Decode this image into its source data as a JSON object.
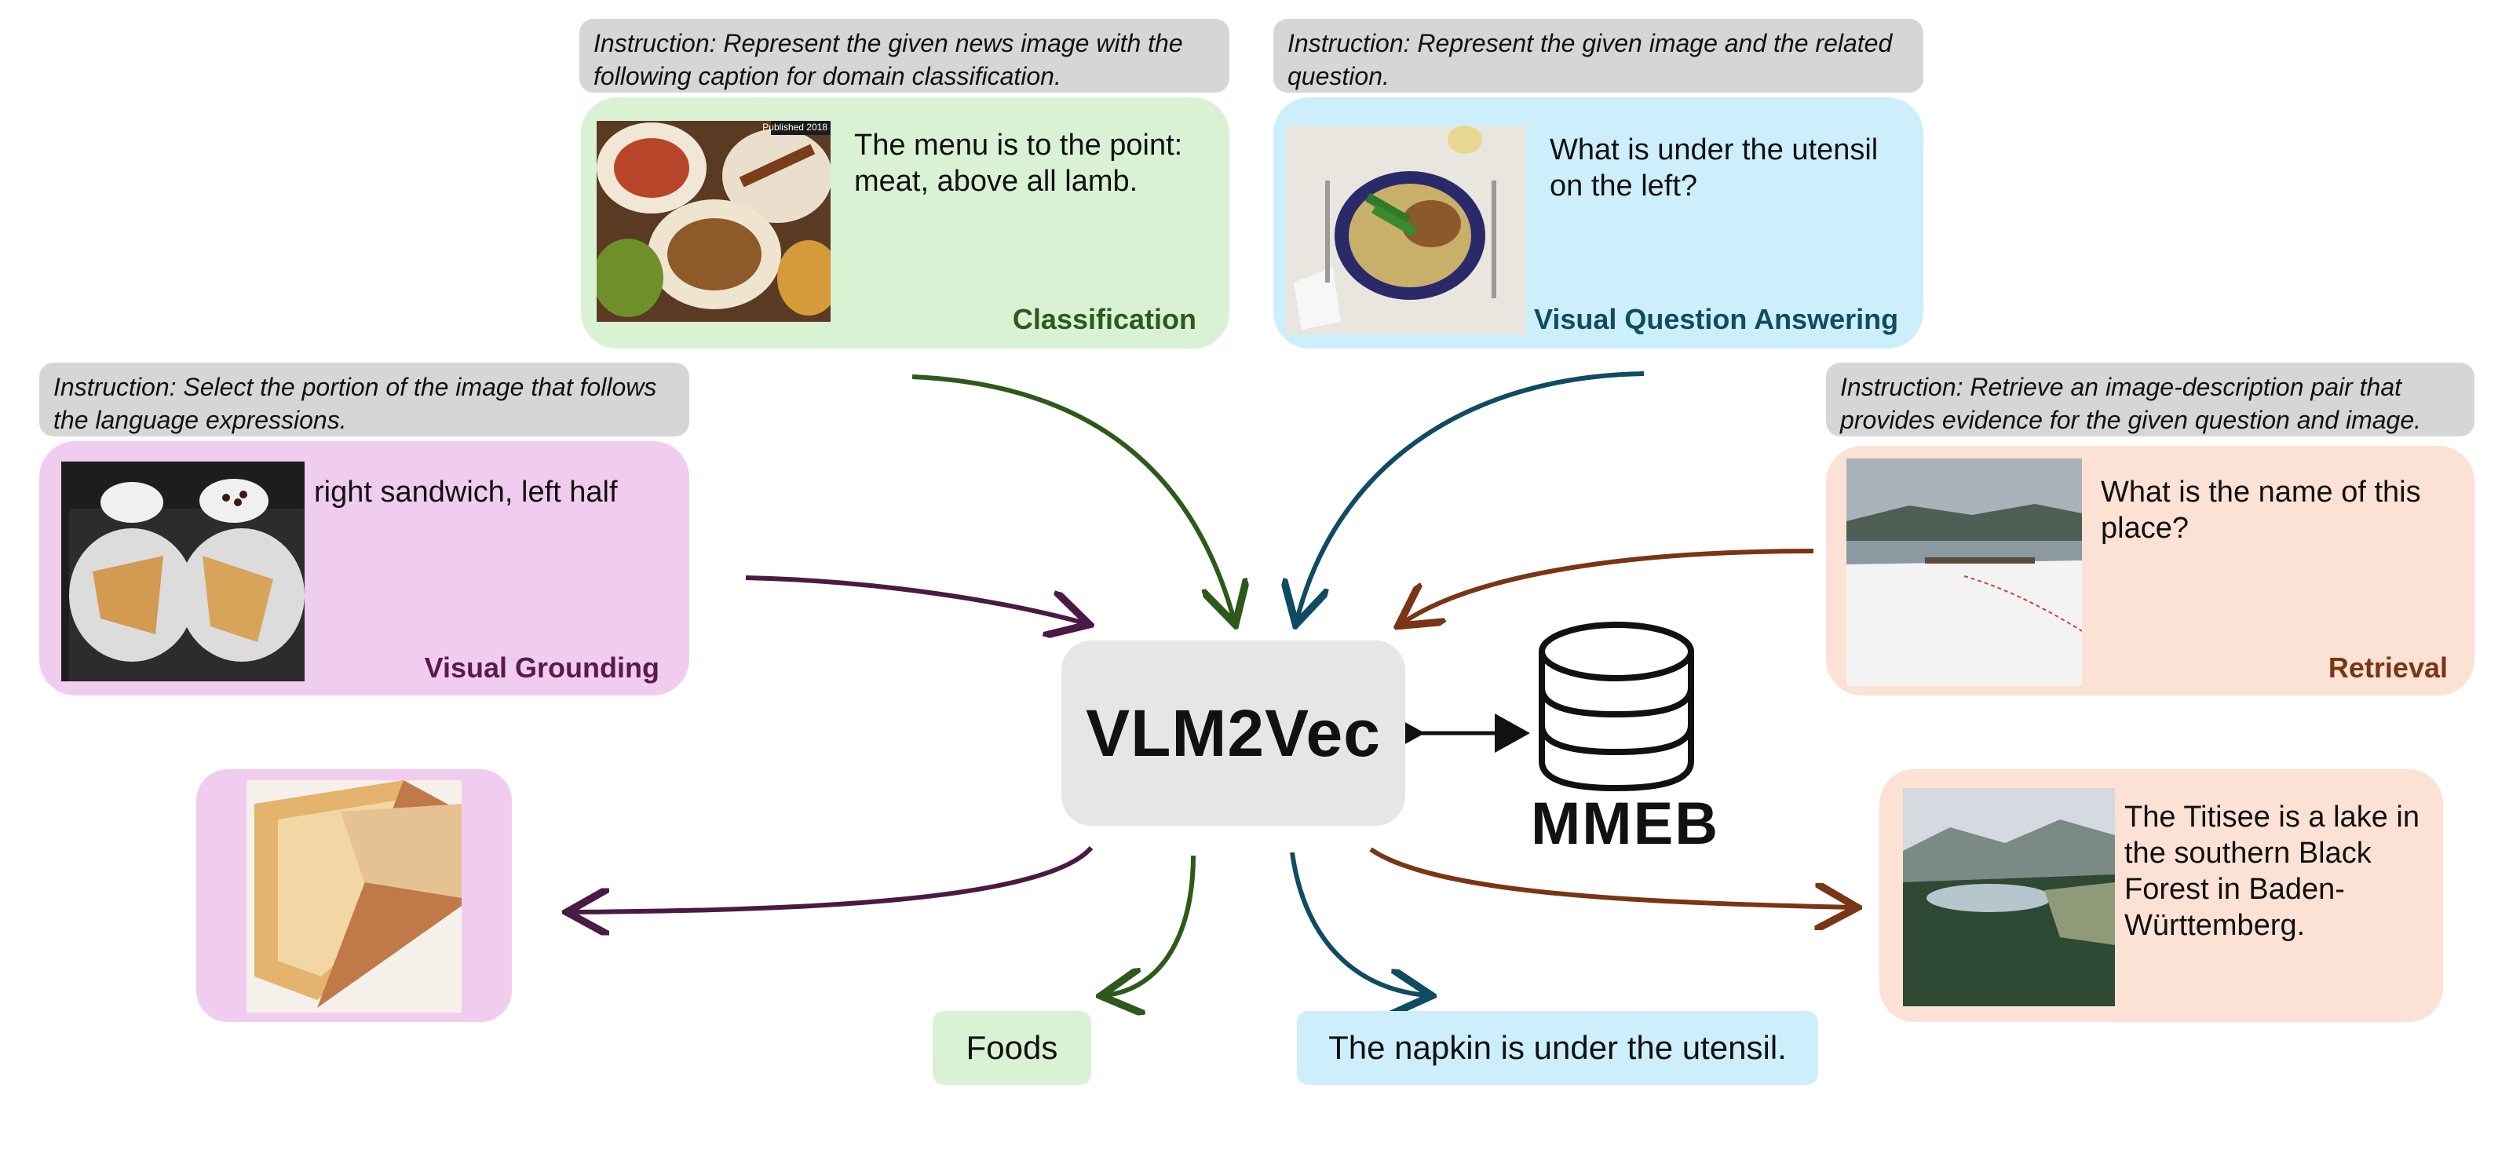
{
  "tasks": {
    "classification": {
      "instruction": "Instruction: Represent the given news image with the following caption for domain classification.",
      "text": "The menu is to the point: meat, above all lamb.",
      "label": "Classification",
      "badge": "Published 2018",
      "label_color": "#2d5a1b"
    },
    "vqa": {
      "instruction": "Instruction: Represent the given image and the related question.",
      "text": "What is under the utensil on the left?",
      "label": "Visual Question Answering",
      "label_color": "#0f4c63"
    },
    "grounding": {
      "instruction": "Instruction: Select the portion of the image that follows the language expressions.",
      "text": "right sandwich, left half",
      "label": "Visual Grounding",
      "label_color": "#5a1a4e"
    },
    "retrieval": {
      "instruction": "Instruction: Retrieve an image-description pair that provides evidence for the given question and image.",
      "text": "What is the name of this place?",
      "label": "Retrieval",
      "label_color": "#7a3514"
    }
  },
  "center": {
    "model": "VLM2Vec",
    "benchmark": "MMEB"
  },
  "outputs": {
    "classification": "Foods",
    "vqa": "The napkin is under the utensil.",
    "retrieval": "The Titisee is a lake in the southern Black Forest in Baden-Württemberg."
  },
  "colors": {
    "green_arrow": "#2d5a1b",
    "blue_arrow": "#0f4c63",
    "purple_arrow": "#4a1a45",
    "brown_arrow": "#7a3514",
    "green_bg": "#d9f2d4",
    "blue_bg": "#cdeffb",
    "pink_bg": "#f0cdee",
    "peach_bg": "#fbe2d5",
    "instruction_bg": "#d6d6d6"
  }
}
